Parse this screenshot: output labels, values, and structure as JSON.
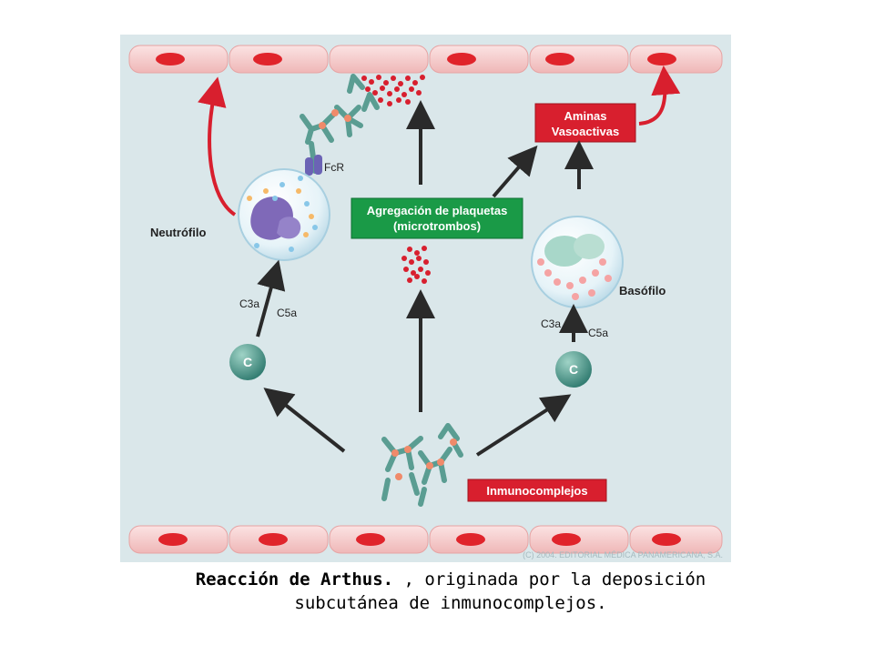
{
  "diagram": {
    "nodes": {
      "neutrofilo": "Neutrófilo",
      "fcr": "FcR",
      "basofilo": "Basófilo",
      "complement_left": "C",
      "complement_right": "C",
      "c3a_left": "C3a",
      "c5a_left": "C5a",
      "c3a_right": "C3a",
      "c5a_right": "C5a",
      "platelets_line1": "Agregación de plaquetas",
      "platelets_line2": "(microtrombos)",
      "amines_line1": "Aminas",
      "amines_line2": "Vasoactivas",
      "immune": "Inmunocomplejos"
    },
    "copyright": "(C) 2004. EDITORIAL MÉDICA PANAMERICANA, S.A.",
    "colors": {
      "background": "#dae7ea",
      "vessel": "#f4c7c7",
      "vessel_nucleus": "#e0242b",
      "green_box": "#1a9a47",
      "red_box": "#d81f2e",
      "red_arrow": "#d81f2e",
      "black_arrow": "#2a2a2a",
      "complement": "#3d8a7e"
    }
  },
  "caption": {
    "bold": "Reacción de Arthus.",
    "rest_line1": " , originada por la deposición",
    "line2": "subcutánea de inmunocomplejos."
  }
}
